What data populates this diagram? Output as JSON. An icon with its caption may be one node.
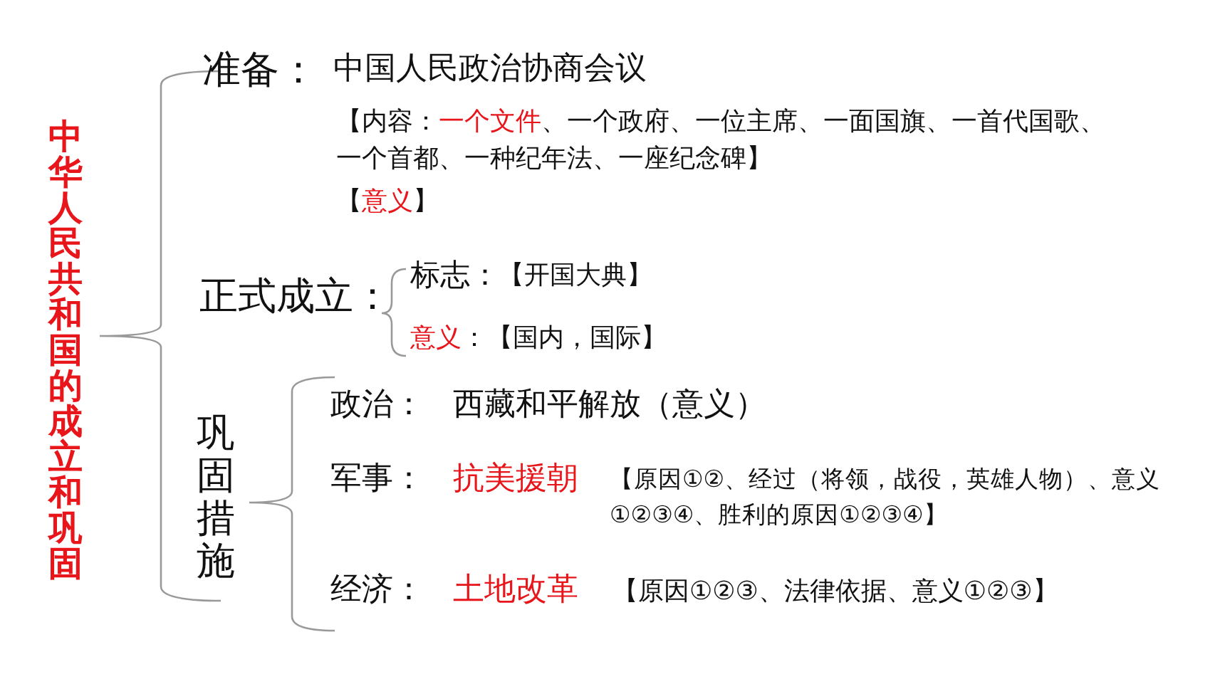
{
  "diagram": {
    "labels": [
      "中华人民共和国的成立和巩固",
      "准备：",
      "中国人民政治协商会议",
      "【内容：",
      "一个文件",
      "、一个政府、一位主席、一面国旗、一首代国歌、一个首都、一种纪年法、一座纪念碑】",
      "【",
      "意义",
      "】",
      "正式成立：",
      "标志：",
      "【开国大典】",
      "意义",
      "：【国内，国际】",
      "巩固措施",
      "政治：",
      "西藏和平解放（意义）",
      "军事：",
      "抗美援朝",
      "【原因①②、经过（将领，战役，英雄人物）、意义①②③④、胜利的原因①②③④】",
      "经济：",
      "土地改革",
      "【原因①②③、法律依据、意义①②③】"
    ]
  }
}
